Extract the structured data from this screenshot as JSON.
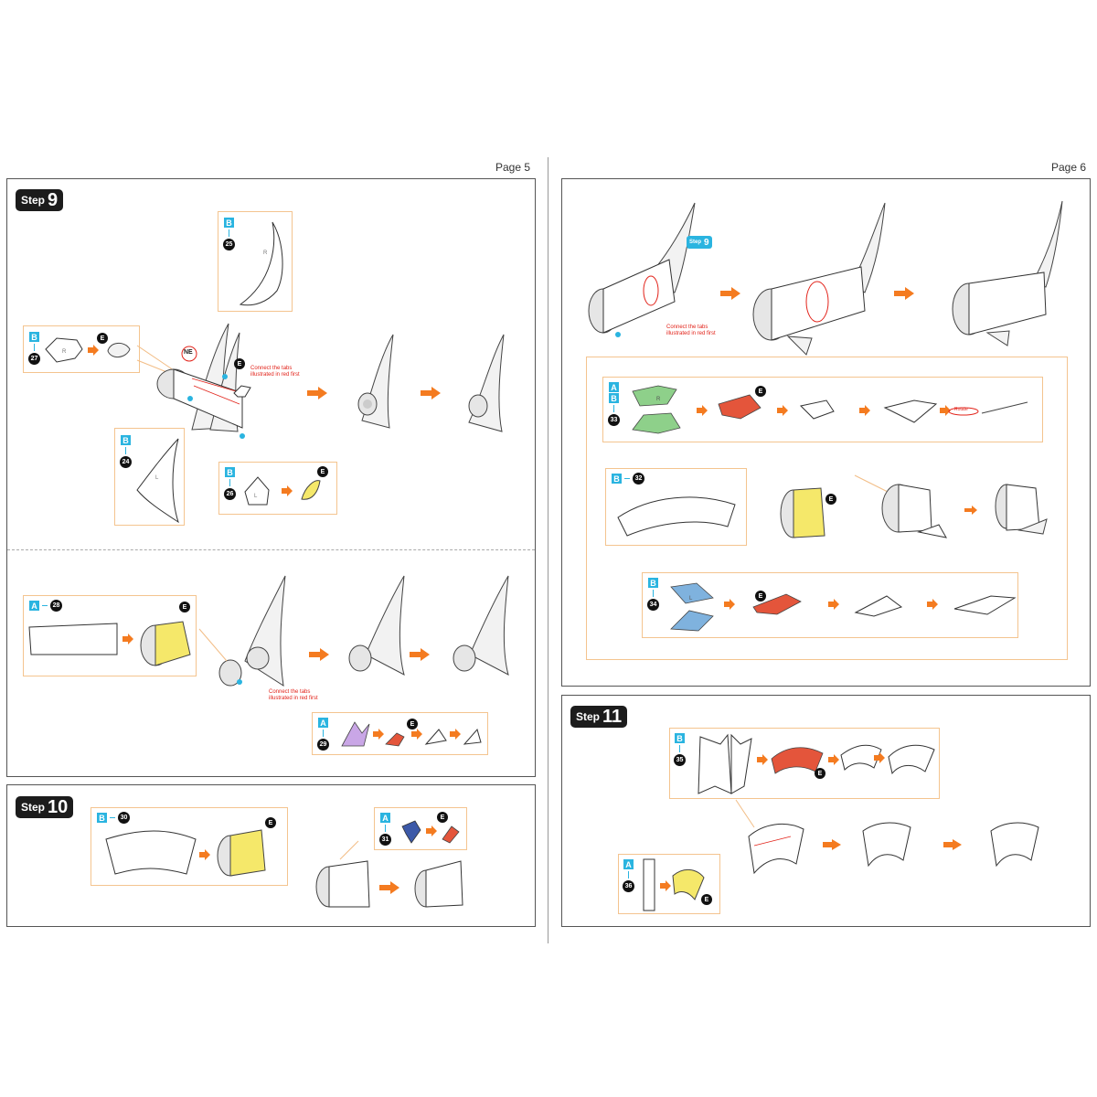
{
  "pages": [
    {
      "label": "Page 5"
    },
    {
      "label": "Page 6"
    }
  ],
  "steps": {
    "s9a": {
      "word": "Step",
      "number": "9"
    },
    "s10": {
      "word": "Step",
      "number": "10"
    },
    "s9b": {
      "word": "Step",
      "number": "9"
    },
    "s11": {
      "word": "Step",
      "number": "11"
    }
  },
  "parts": {
    "p25": {
      "sheet": "B",
      "number": "25"
    },
    "p27": {
      "sheet": "B",
      "number": "27"
    },
    "p24": {
      "sheet": "B",
      "number": "24"
    },
    "p26": {
      "sheet": "B",
      "number": "26"
    },
    "p28": {
      "sheet": "A",
      "number": "28"
    },
    "p29": {
      "sheet": "A",
      "number": "29"
    },
    "p30": {
      "sheet": "B",
      "number": "30"
    },
    "p31": {
      "sheet": "A",
      "number": "31"
    },
    "p33": {
      "sheet": "A",
      "sheet2": "B",
      "number": "33"
    },
    "p32": {
      "sheet": "B",
      "number": "32"
    },
    "p34": {
      "sheet": "B",
      "number": "34"
    },
    "p35": {
      "sheet": "B",
      "number": "35"
    },
    "p36": {
      "sheet": "A",
      "number": "36"
    }
  },
  "labels": {
    "ne": "NE",
    "e": "E",
    "connect_note": "Connect the tabs illustrated in red first",
    "rotate": "Rotate",
    "part_r": "R",
    "part_l": "L"
  },
  "colors": {
    "accent_orange": "#f47b20",
    "part_tag_blue": "#2ab4e0",
    "callout_border": "#f4c48f",
    "note_red": "#e2231a"
  }
}
